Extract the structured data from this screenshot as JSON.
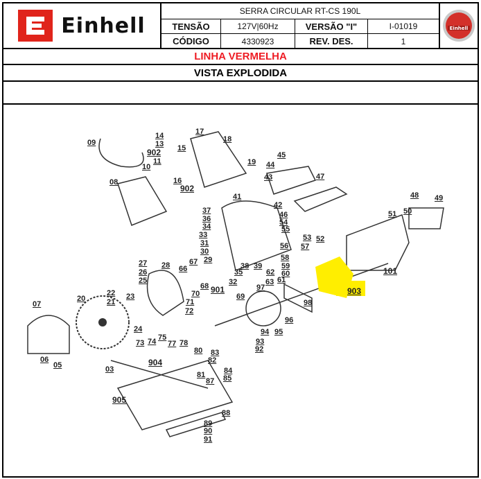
{
  "header": {
    "brand": "Einhell",
    "title": "SERRA CIRCULAR RT-CS 190L",
    "tensao_label": "TENSÃO",
    "tensao_value": "127V|60Hz",
    "versao_label": "VERSÃO \"I\"",
    "versao_value": "I-01019",
    "codigo_label": "CÓDIGO",
    "codigo_value": "4330923",
    "rev_label": "REV. DES.",
    "rev_value": "1",
    "seal_text": "Einhell"
  },
  "line_name": "LINHA VERMELHA",
  "section_title": "VISTA EXPLODIDA",
  "colors": {
    "red": "#e0241b",
    "highlight": "#ffee00",
    "line_red": "#ee1c24"
  },
  "part_labels": [
    "09",
    "14",
    "13",
    "902",
    "11",
    "10",
    "15",
    "17",
    "18",
    "19",
    "16",
    "902",
    "08",
    "45",
    "44",
    "43",
    "47",
    "41",
    "42",
    "37",
    "36",
    "34",
    "33",
    "31",
    "30",
    "29",
    "46",
    "54",
    "55",
    "53",
    "57",
    "56",
    "52",
    "48",
    "49",
    "51",
    "50",
    "101",
    "27",
    "26",
    "25",
    "28",
    "66",
    "67",
    "68",
    "70",
    "71",
    "72",
    "38",
    "39",
    "35",
    "32",
    "901",
    "62",
    "60",
    "58",
    "59",
    "61",
    "63",
    "97",
    "69",
    "903",
    "98",
    "96",
    "94",
    "95",
    "93",
    "92",
    "07",
    "20",
    "22",
    "21",
    "23",
    "24",
    "73",
    "74",
    "75",
    "77",
    "78",
    "80",
    "83",
    "82",
    "84",
    "85",
    "81",
    "87",
    "904",
    "06",
    "05",
    "03",
    "905",
    "88",
    "89",
    "90",
    "91"
  ]
}
